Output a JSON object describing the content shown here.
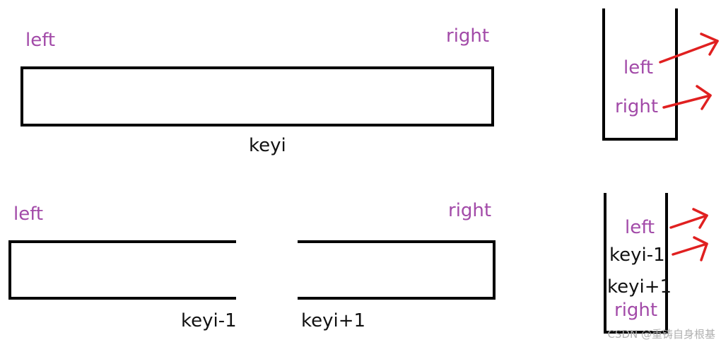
{
  "diagram": {
    "top_array": {
      "left_label": "left",
      "right_label": "right",
      "pivot_label": "keyi"
    },
    "bottom_array": {
      "left_label": "left",
      "right_label": "right",
      "left_end_label": "keyi-1",
      "right_start_label": "keyi+1"
    },
    "stack_top": {
      "items": [
        "left",
        "right"
      ]
    },
    "stack_bottom": {
      "items": [
        "left",
        "keyi-1",
        "keyi+1",
        "right"
      ]
    }
  },
  "colors": {
    "label_purple": "#a24aa8",
    "arrow_red": "#e02020",
    "stroke": "#000000"
  },
  "watermark": "CSDN @重铸自身根基"
}
